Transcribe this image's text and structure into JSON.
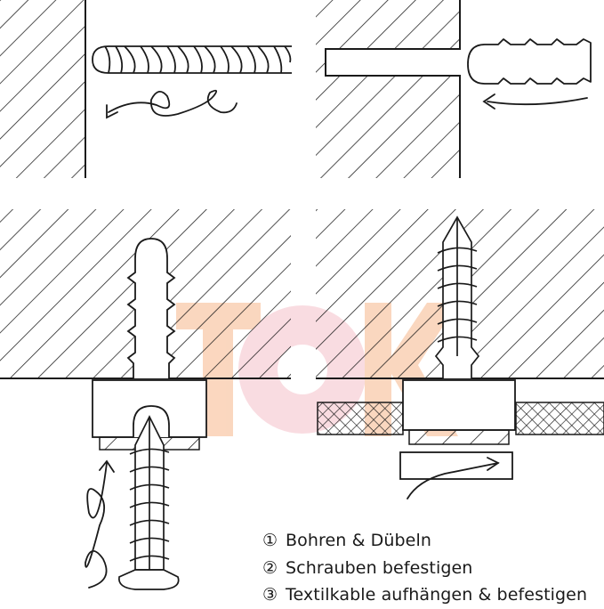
{
  "steps": [
    {
      "number": "①",
      "text": "Bohren & Dübeln"
    },
    {
      "number": "②",
      "text": "Schrauben befestigen"
    },
    {
      "number": "③",
      "text": "Textilkable aufhängen & befestigen"
    }
  ],
  "colors": {
    "line": "#1a1a1a",
    "background": "#ffffff",
    "watermark_orange": "#f6a772",
    "watermark_pink": "#f3b3bd"
  },
  "icons": [
    "drill-bit-icon",
    "wall-plug-icon",
    "screw-icon",
    "rotation-arrow-icon"
  ]
}
